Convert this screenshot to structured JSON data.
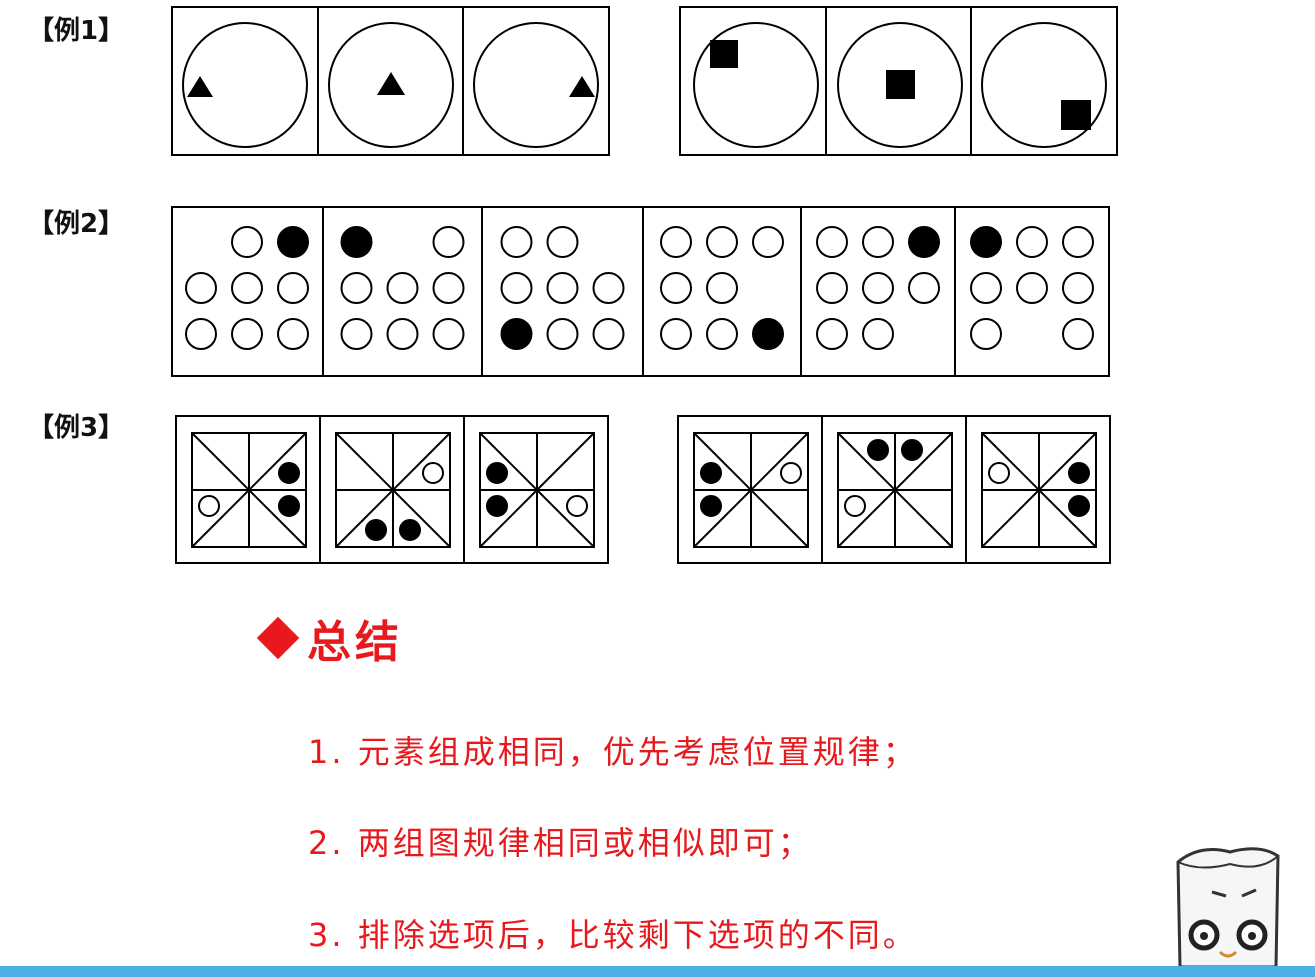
{
  "examples": {
    "ex1": "【例1】",
    "ex2": "【例2】",
    "ex3": "【例3】"
  },
  "summary": {
    "title": "总结",
    "points": [
      "1. 元素组成相同，优先考虑位置规律；",
      "2. 两组图规律相同或相似即可；",
      "3. 排除选项后，比较剩下选项的不同。"
    ]
  },
  "colors": {
    "accent": "#e8191c",
    "bar": "#4bb0e8",
    "ink": "#000000"
  },
  "icons": [
    "diamond-bullet-icon",
    "mascot-icon"
  ]
}
